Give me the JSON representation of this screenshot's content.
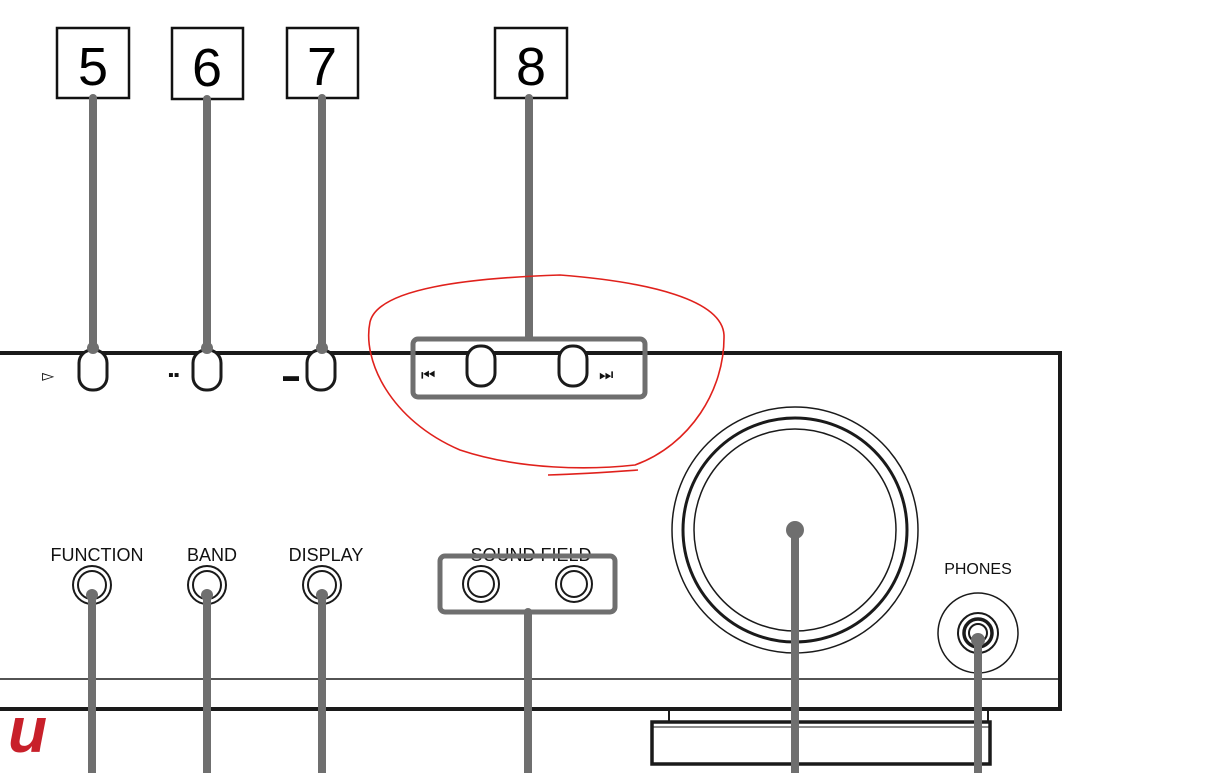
{
  "callouts": [
    {
      "number": "5"
    },
    {
      "number": "6"
    },
    {
      "number": "7"
    },
    {
      "number": "8"
    }
  ],
  "front_panel_labels": {
    "function": "FUNCTION",
    "band": "BAND",
    "display": "DISPLAY",
    "sound_field": "SOUND FIELD",
    "phones": "PHONES"
  },
  "button_symbols": {
    "play": "▻",
    "pause": "▪▪",
    "stop": "▬",
    "prev": "⏮",
    "next": "⏭"
  },
  "brand_fragment": "u",
  "colors": {
    "leader_line": "#6f6f6f",
    "outline": "#1a1a1a",
    "annotation": "#e0211c",
    "brand": "#c8202a"
  }
}
